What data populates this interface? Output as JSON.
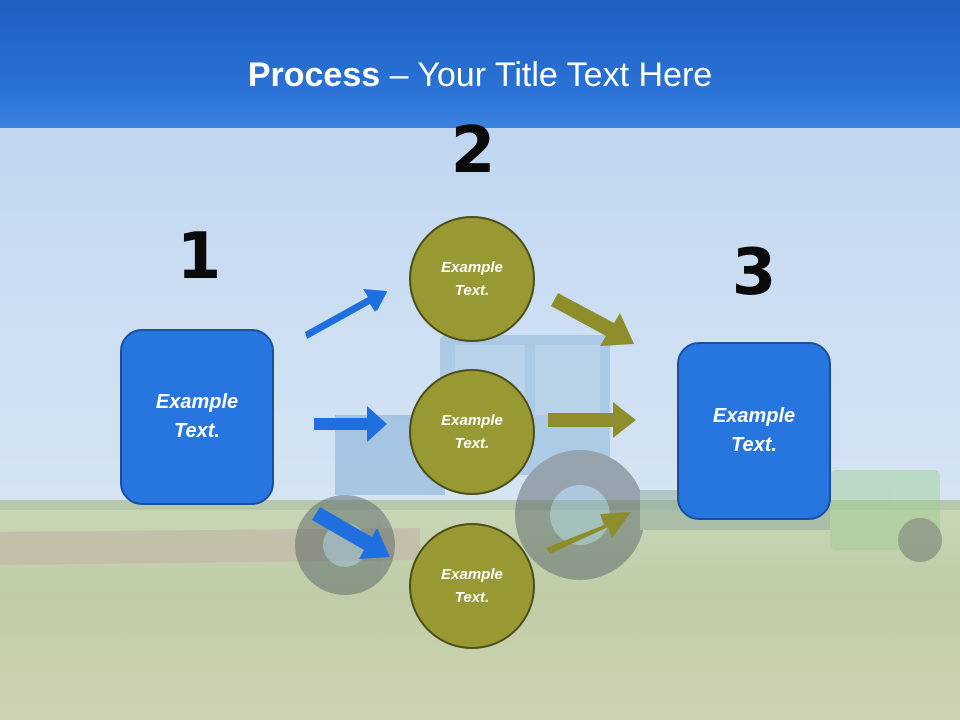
{
  "title": {
    "bold": "Process",
    "rest": " – Your Title Text Here"
  },
  "steps": [
    {
      "number": "1",
      "text": "Example Text."
    },
    {
      "number": "2",
      "texts": [
        "Example Text.",
        "Example Text.",
        "Example Text."
      ]
    },
    {
      "number": "3",
      "text": "Example Text."
    }
  ],
  "colors": {
    "blue_box": "#2776e0",
    "olive_circle": "#999933",
    "blue_arrow": "#1f6fdf",
    "olive_arrow": "#8d8d2c",
    "header": "#1e5fc0"
  }
}
